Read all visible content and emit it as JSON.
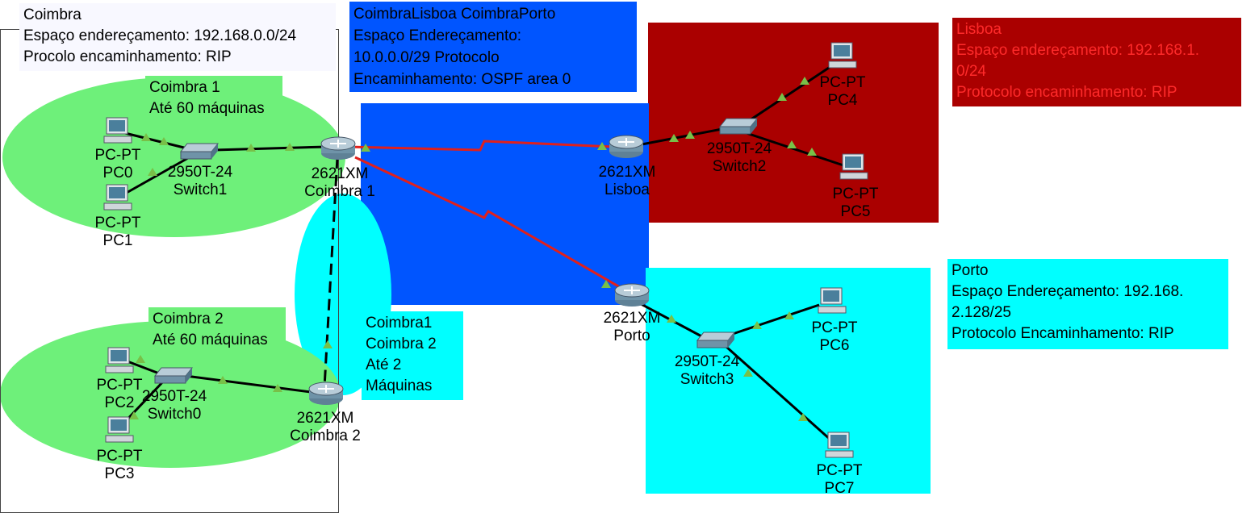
{
  "colors": {
    "green": "#6ef07a",
    "blue": "#0055ff",
    "red": "#aa0000",
    "cyan": "#00ffff",
    "red_text": "#ff2a2a",
    "link": "#000000",
    "serial": "#e0201c",
    "port": "#78c048"
  },
  "notes": {
    "coimbra": [
      "Coimbra",
      "Espaço endereçamento: 192.168.0.0/24",
      "Procolo encaminhamento: RIP"
    ],
    "coimbra1": [
      "Coimbra 1",
      "Até 60 máquinas"
    ],
    "coimbra2": [
      "Coimbra 2",
      "Até 60 máquinas"
    ],
    "ospf": [
      "CoimbraLisboa CoimbraPorto",
      "Espaço Endereçamento:",
      "10.0.0.0/29 Protocolo",
      "Encaminhamento: OSPF area 0"
    ],
    "link_coimbra": [
      "Coimbra1",
      "Coimbra 2",
      "Até 2",
      "Máquinas"
    ],
    "lisboa": [
      "Lisboa",
      "Espaço endereçamento: 192.168.1.",
      "0/24",
      "Protocolo encaminhamento: RIP"
    ],
    "porto": [
      "Porto",
      "Espaço Endereçamento: 192.168.",
      "2.128/25",
      "Protocolo Encaminhamento: RIP"
    ]
  },
  "devices": {
    "pc0": [
      "PC-PT",
      "PC0"
    ],
    "pc1": [
      "PC-PT",
      "PC1"
    ],
    "pc2": [
      "PC-PT",
      "PC2"
    ],
    "pc3": [
      "PC-PT",
      "PC3"
    ],
    "pc4": [
      "PC-PT",
      "PC4"
    ],
    "pc5": [
      "PC-PT",
      "PC5"
    ],
    "pc6": [
      "PC-PT",
      "PC6"
    ],
    "pc7": [
      "PC-PT",
      "PC7"
    ],
    "switch1": [
      "2950T-24",
      "Switch1"
    ],
    "switch0": [
      "2950T-24",
      "Switch0"
    ],
    "switch2": [
      "2950T-24",
      "Switch2"
    ],
    "switch3": [
      "2950T-24",
      "Switch3"
    ],
    "r_coimbra1": [
      "2621XM",
      "Coimbra 1"
    ],
    "r_coimbra2": [
      "2621XM",
      "Coimbra 2"
    ],
    "r_lisboa": [
      "2621XM",
      "Lisboa"
    ],
    "r_porto": [
      "2621XM",
      "Porto"
    ]
  },
  "icons": {
    "pc": "pc-icon",
    "switch": "switch-icon",
    "router": "router-icon"
  }
}
